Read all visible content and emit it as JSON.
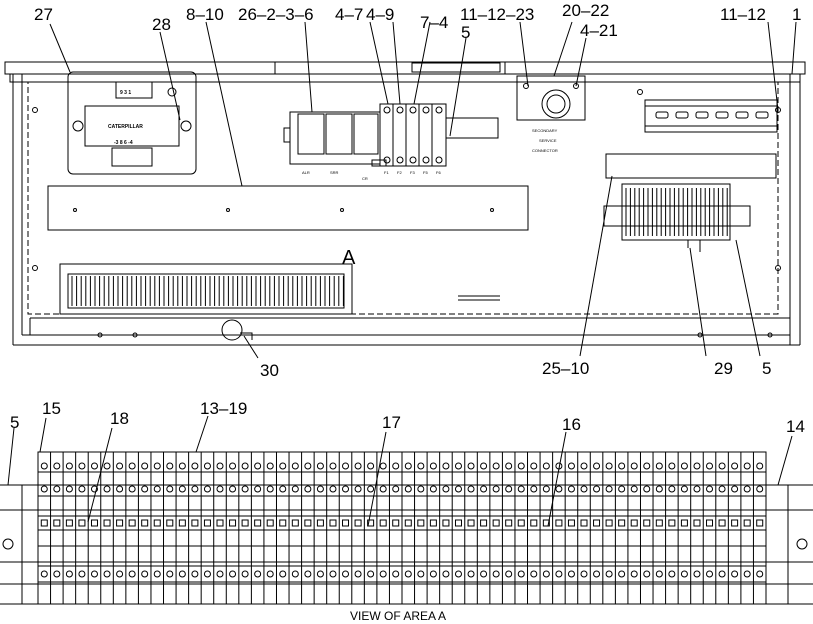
{
  "callouts": {
    "c27": "27",
    "c28": "28",
    "c8_10": "8–10",
    "c26_2_3_6": "26–2–3–6",
    "c4_7": "4–7",
    "c4_9": "4–9",
    "c7_4": "7–4",
    "c11_12_23": "11–12–23",
    "c5_top": "5",
    "c20_22": "20–22",
    "c4_21": "4–21",
    "c11_12": "11–12",
    "c1": "1",
    "c30": "30",
    "c25_10": "25–10",
    "c29": "29",
    "c5_right": "5",
    "c5_left": "5",
    "c15": "15",
    "c18": "18",
    "c13_19": "13–19",
    "c17": "17",
    "c16": "16",
    "c14": "14"
  },
  "area_marker": "A",
  "view_title": "VIEW OF AREA  A",
  "module": {
    "top_pins": "9 3 1",
    "brand": "CATERPILLAR",
    "bottom_pins": "-3 8 6 -4"
  },
  "relays": {
    "alr": "ALR",
    "srr": "SRR",
    "cr": "CR"
  },
  "fuses": [
    "F1",
    "F2",
    "F3",
    "F5",
    "F6"
  ],
  "connector_label": [
    "SECONDARY",
    "SERVICE",
    "CONNECTOR"
  ]
}
